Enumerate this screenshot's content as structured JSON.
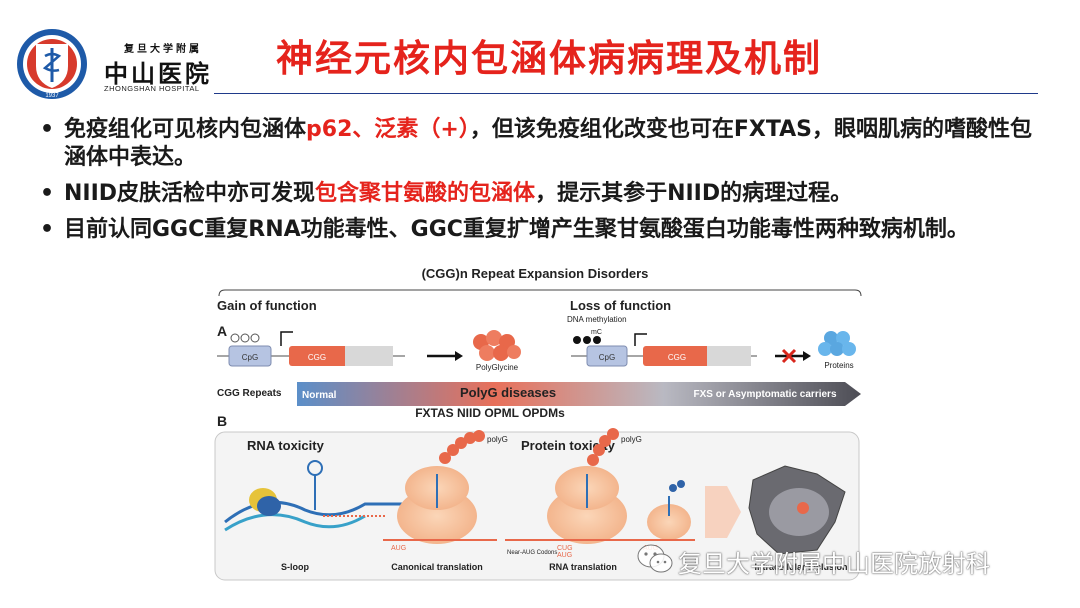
{
  "header": {
    "hospital_cn_small": "复旦大学附属",
    "hospital_cn": "中山医院",
    "hospital_en": "ZHONGSHAN HOSPITAL",
    "logo_year": "1937",
    "title": "神经元核内包涵体病病理及机制"
  },
  "bullets": [
    {
      "pre": "免疫组化可见核内包涵体",
      "highlight": "p62、泛素（+）",
      "post": "，但该免疫组化改变也可在FXTAS，眼咽肌病的嗜酸性包涵体中表达。"
    },
    {
      "pre": "NIID皮肤活检中亦可发现",
      "highlight": "包含聚甘氨酸的包涵体",
      "post": "，提示其参于NIID的病理过程。"
    },
    {
      "pre": "目前认同GGC重复RNA功能毒性、GGC重复扩增产生聚甘氨酸蛋白功能毒性两种致病机制。",
      "highlight": "",
      "post": ""
    }
  ],
  "figure": {
    "title": "(CGG)n Repeat Expansion Disorders",
    "panel_a": "A",
    "panel_b": "B",
    "gain": "Gain of  function",
    "loss": "Loss of function",
    "dna_methylation": "DNA methylation",
    "mc": "mC",
    "cpg": "CpG",
    "cgg": "CGG",
    "polyglycine": "PolyGlycine",
    "proteins": "Proteins",
    "cgg_repeats": "CGG Repeats",
    "normal": "Normal",
    "polyg_diseases": "PolyG diseases",
    "fxs": "FXS or Asymptomatic carriers",
    "diseases_list": "FXTAS NIID OPML OPDMs",
    "rna_toxicity": "RNA toxicity",
    "protein_toxicity": "Protein toxicity",
    "polyg": "polyG",
    "aug": "AUG",
    "cug": "CUG",
    "near_aug": "Near-AUG Codons",
    "s_loop": "S-loop",
    "canonical": "Canonical translation",
    "rna_translation": "RNA translation",
    "intracellular": "Intracellular inclusion"
  },
  "watermark": {
    "text": "复旦大学附属中山医院放射科"
  },
  "colors": {
    "title_red": "#e5231c",
    "rule_blue": "#1f3a8a",
    "logo_blue": "#1e5aa8",
    "polyg_orange": "#e8684a"
  }
}
